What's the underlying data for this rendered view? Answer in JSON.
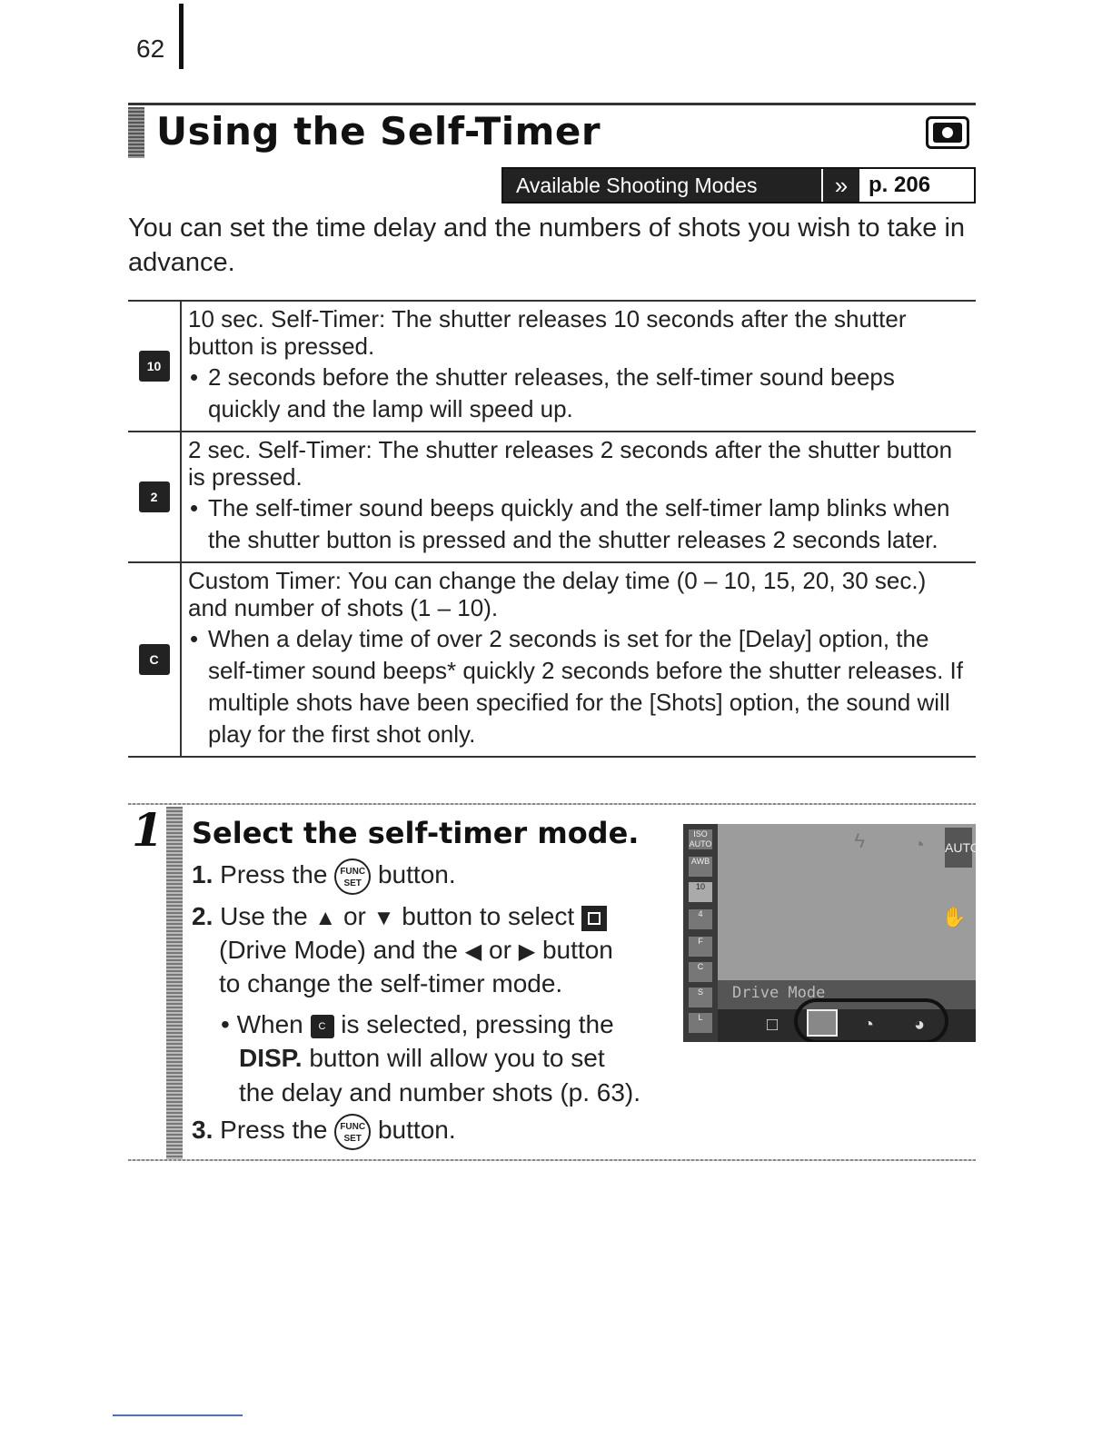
{
  "page_number": "62",
  "header": {
    "title": "Using the Self-Timer",
    "camera_icon": "camera-icon",
    "modes_label": "Available Shooting Modes",
    "modes_arrow": "»",
    "modes_page": "p. 206"
  },
  "intro": "You can set the time delay and the numbers of shots you wish to take in advance.",
  "table": {
    "rows": [
      {
        "icon": "self-timer-10s-icon",
        "icon_text": "10",
        "lead": "10 sec. Self-Timer: The shutter releases 10 seconds after the shutter button is pressed.",
        "bullet": "2 seconds before the shutter releases, the self-timer sound beeps quickly and the lamp will speed up."
      },
      {
        "icon": "self-timer-2s-icon",
        "icon_text": "2",
        "lead": "2 sec. Self-Timer: The shutter releases 2 seconds after the shutter button is pressed.",
        "bullet": "The self-timer sound beeps quickly and the self-timer lamp blinks when the shutter button is pressed and the shutter releases 2 seconds later."
      },
      {
        "icon": "custom-timer-icon",
        "icon_text": "C",
        "lead": "Custom Timer: You can change the delay time (0 – 10, 15, 20, 30 sec.) and number of shots (1 – 10).",
        "bullet": "When a delay time of over 2 seconds is set for the [Delay] option, the self-timer sound beeps* quickly 2 seconds before the shutter releases. If multiple shots have been specified for the [Shots] option, the sound will play for the first shot only."
      }
    ]
  },
  "step": {
    "number": "1",
    "title": "Select the self-timer mode.",
    "s1_num": "1.",
    "s1_pre": "Press the",
    "s1_post": "button.",
    "s2_num": "2.",
    "s2_a": "Use the",
    "s2_or1": "or",
    "s2_b": "button to select",
    "s2_c": "(Drive Mode) and the",
    "s2_or2": "or",
    "s2_d": "button",
    "s2_e": "to change the self-timer mode.",
    "sub_when": "• When",
    "sub_selected": "is selected, pressing the",
    "sub_disp": "DISP.",
    "sub_rest": "button will allow you to set",
    "sub_last": "the delay and number shots (p. 63).",
    "s3_num": "3.",
    "s3_pre": "Press the",
    "s3_post": "button.",
    "func_button_line1": "FUNC",
    "func_button_line2": "SET"
  },
  "lcd": {
    "drive_label": "Drive Mode",
    "topright": "AUTO",
    "left_icons": [
      "ISO AUTO",
      "AWB",
      "10",
      "4",
      "F",
      "C",
      "S",
      "L"
    ]
  }
}
